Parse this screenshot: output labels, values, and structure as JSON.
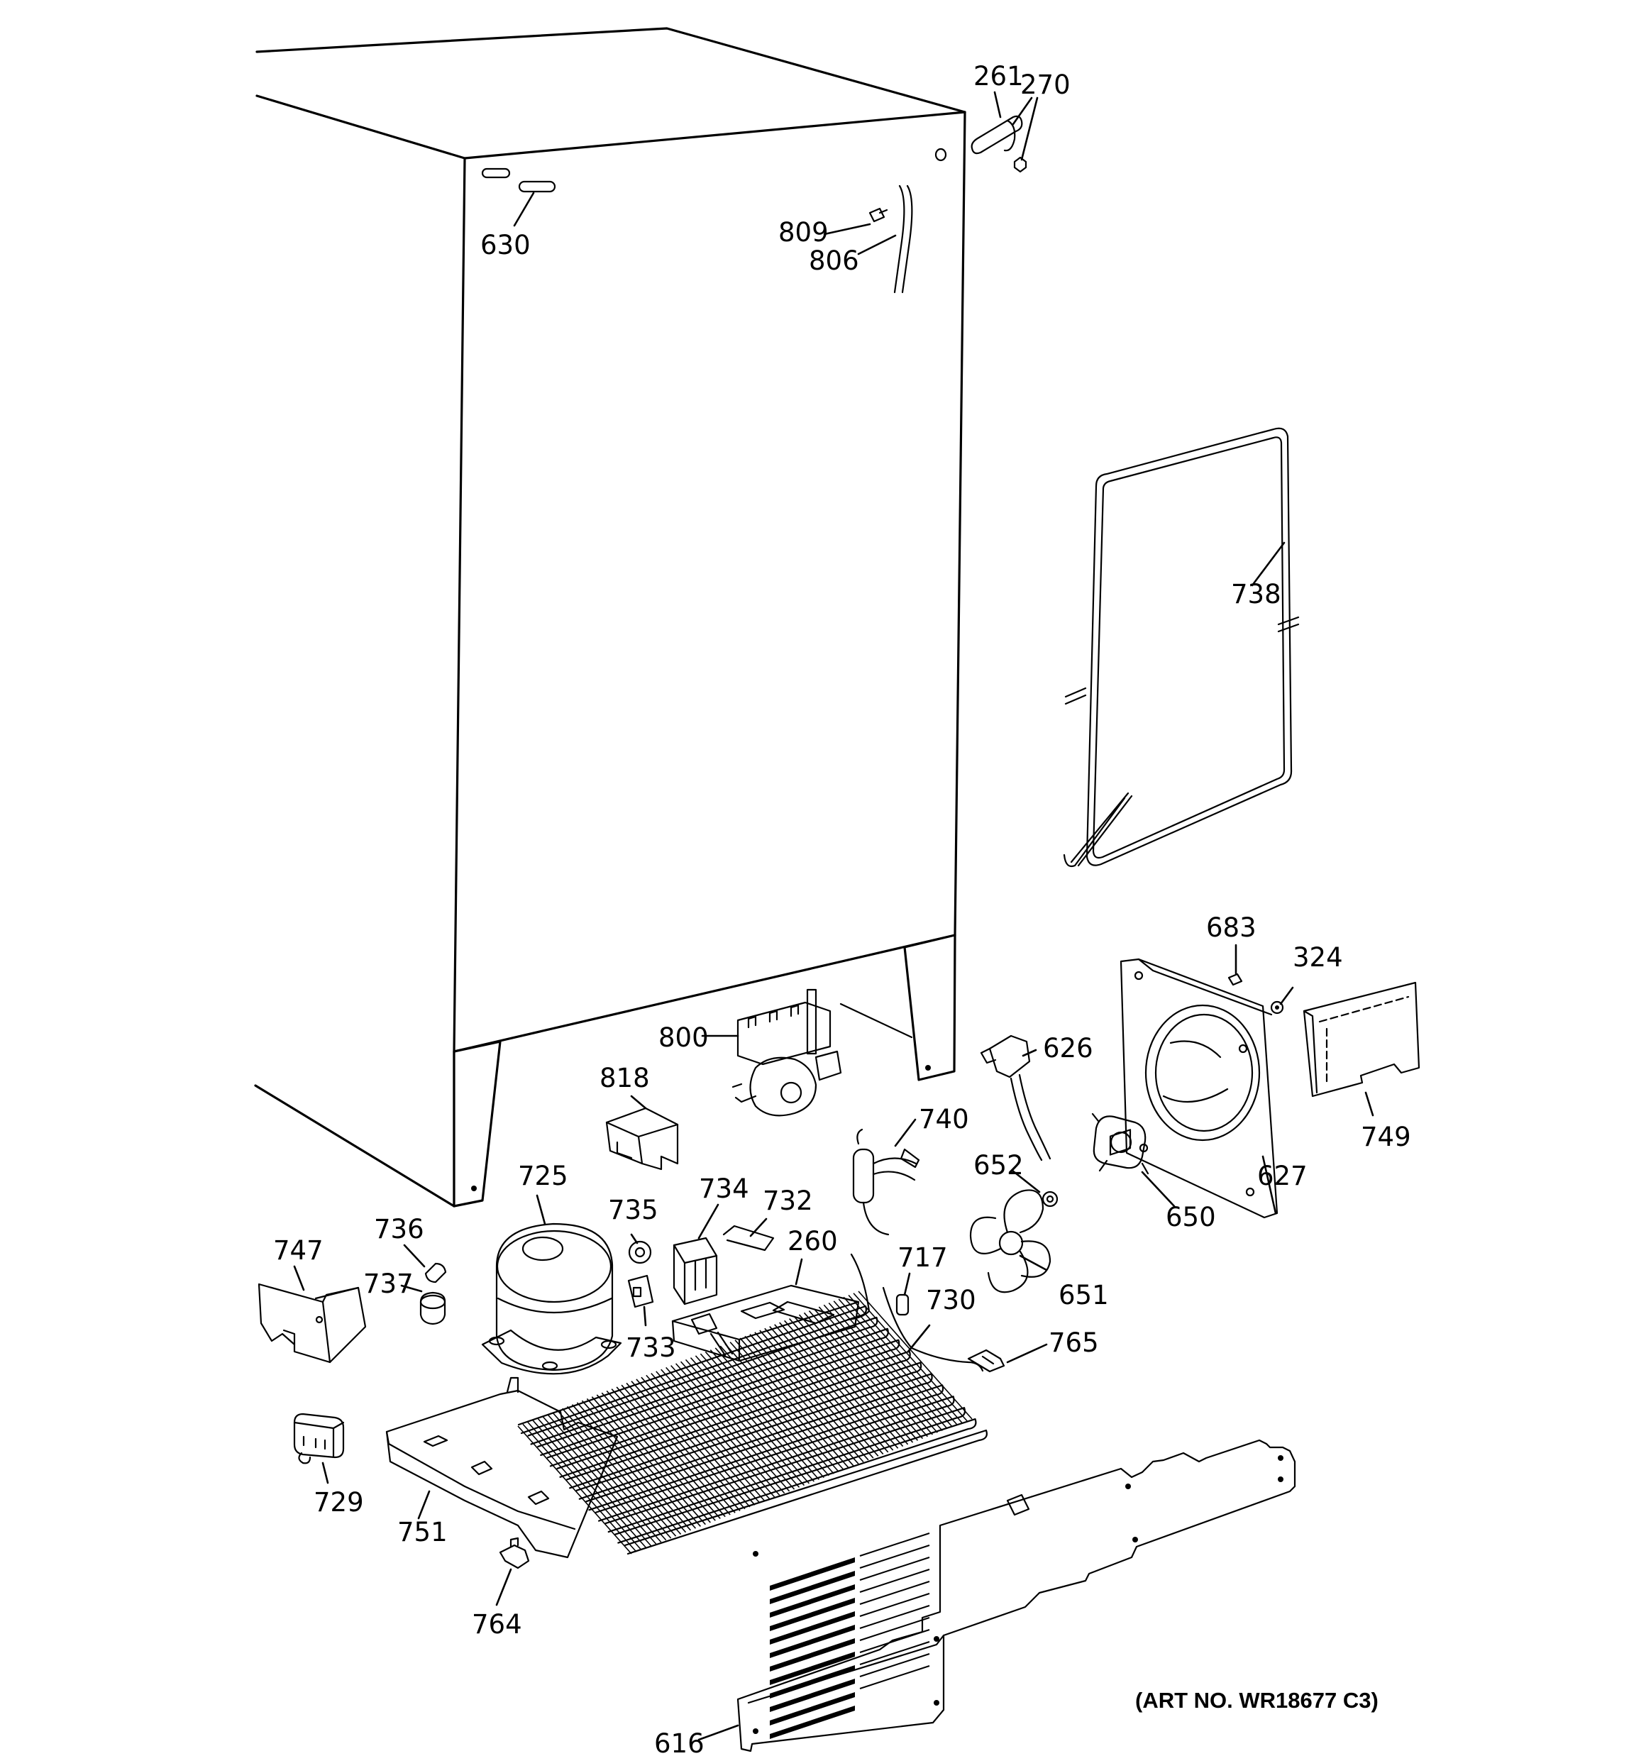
{
  "art_number": "(ART NO. WR18677 C3)",
  "parts": [
    {
      "id": "261",
      "label": "261"
    },
    {
      "id": "270",
      "label": "270"
    },
    {
      "id": "630",
      "label": "630"
    },
    {
      "id": "809",
      "label": "809"
    },
    {
      "id": "806",
      "label": "806"
    },
    {
      "id": "738",
      "label": "738"
    },
    {
      "id": "683",
      "label": "683"
    },
    {
      "id": "324",
      "label": "324"
    },
    {
      "id": "800",
      "label": "800"
    },
    {
      "id": "626",
      "label": "626"
    },
    {
      "id": "818",
      "label": "818"
    },
    {
      "id": "740",
      "label": "740"
    },
    {
      "id": "627",
      "label": "627"
    },
    {
      "id": "749",
      "label": "749"
    },
    {
      "id": "725",
      "label": "725"
    },
    {
      "id": "652",
      "label": "652"
    },
    {
      "id": "650",
      "label": "650"
    },
    {
      "id": "736",
      "label": "736"
    },
    {
      "id": "735",
      "label": "735"
    },
    {
      "id": "734",
      "label": "734"
    },
    {
      "id": "732",
      "label": "732"
    },
    {
      "id": "747",
      "label": "747"
    },
    {
      "id": "737",
      "label": "737"
    },
    {
      "id": "260",
      "label": "260"
    },
    {
      "id": "717",
      "label": "717"
    },
    {
      "id": "651",
      "label": "651"
    },
    {
      "id": "730",
      "label": "730"
    },
    {
      "id": "733",
      "label": "733"
    },
    {
      "id": "765",
      "label": "765"
    },
    {
      "id": "729",
      "label": "729"
    },
    {
      "id": "751",
      "label": "751"
    },
    {
      "id": "764",
      "label": "764"
    },
    {
      "id": "616",
      "label": "616"
    }
  ]
}
